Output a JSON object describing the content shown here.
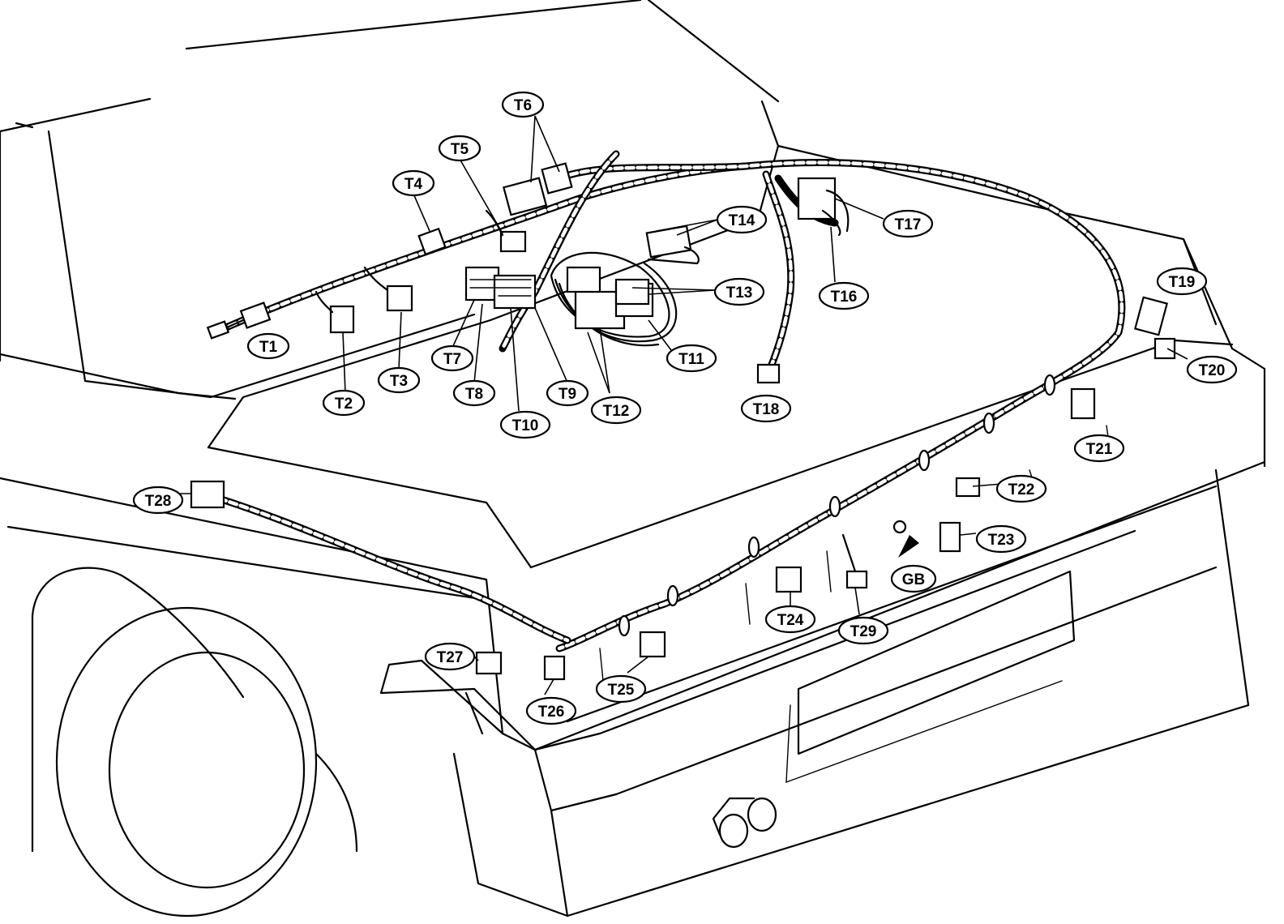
{
  "labels": {
    "t1": "T1",
    "t2": "T2",
    "t3": "T3",
    "t4": "T4",
    "t5": "T5",
    "t6": "T6",
    "t7": "T7",
    "t8": "T8",
    "t9": "T9",
    "t10": "T10",
    "t11": "T11",
    "t12": "T12",
    "t13": "T13",
    "t14": "T14",
    "t16": "T16",
    "t17": "T17",
    "t18": "T18",
    "t19": "T19",
    "t20": "T20",
    "t21": "T21",
    "t22": "T22",
    "t23": "T23",
    "t24": "T24",
    "t25": "T25",
    "t26": "T26",
    "t27": "T27",
    "t28": "T28",
    "t29": "T29",
    "gb": "GB"
  },
  "colors": {
    "ink": "#000000",
    "paper": "#ffffff"
  }
}
